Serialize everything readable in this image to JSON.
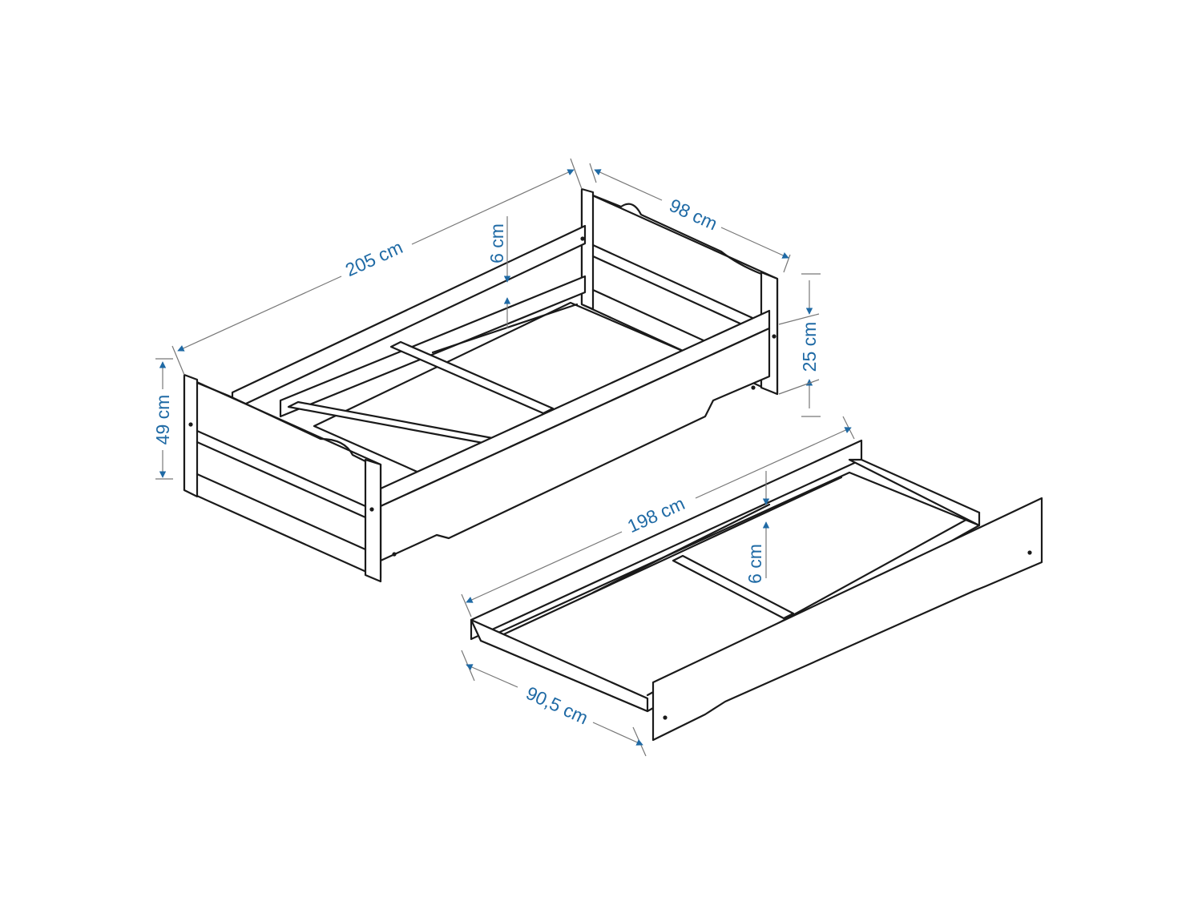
{
  "colors": {
    "accent": "#1f6aa5",
    "line": "#1a1a1a",
    "dimension_line": "#777777"
  },
  "bed": {
    "length": "205 cm",
    "width": "98 cm",
    "height": "49 cm",
    "leg_height": "25 cm",
    "rail_gap": "6 cm"
  },
  "drawer": {
    "length": "198 cm",
    "width": "90,5 cm",
    "rail_gap": "6 cm"
  }
}
